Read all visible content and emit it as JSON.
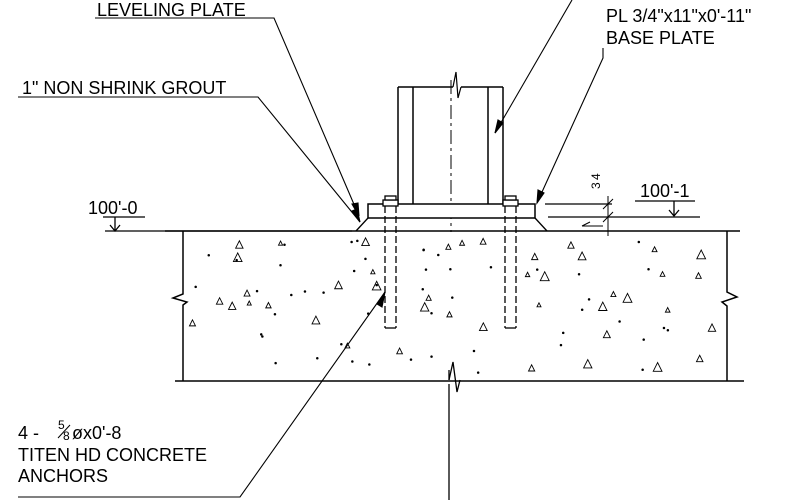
{
  "labels": {
    "leveling_plate": "LEVELING PLATE",
    "grout": "1\" NON SHRINK GROUT",
    "base_plate_line1": "PL 3/4\"x11\"x0'-11\"",
    "base_plate_line2": "BASE PLATE",
    "elev_left": "100'-0",
    "elev_right": "100'-1",
    "grout_dim_num": "3",
    "grout_dim_den": "4",
    "anchor_line1_prefix": "4 - ",
    "anchor_line1_frac_num": "5",
    "anchor_line1_frac_den": "8",
    "anchor_line1_suffix": "øx0'-8",
    "anchor_line2": "TITEN HD CONCRETE",
    "anchor_line3": "ANCHORS"
  },
  "colors": {
    "line": "#000000",
    "background": "#ffffff"
  }
}
